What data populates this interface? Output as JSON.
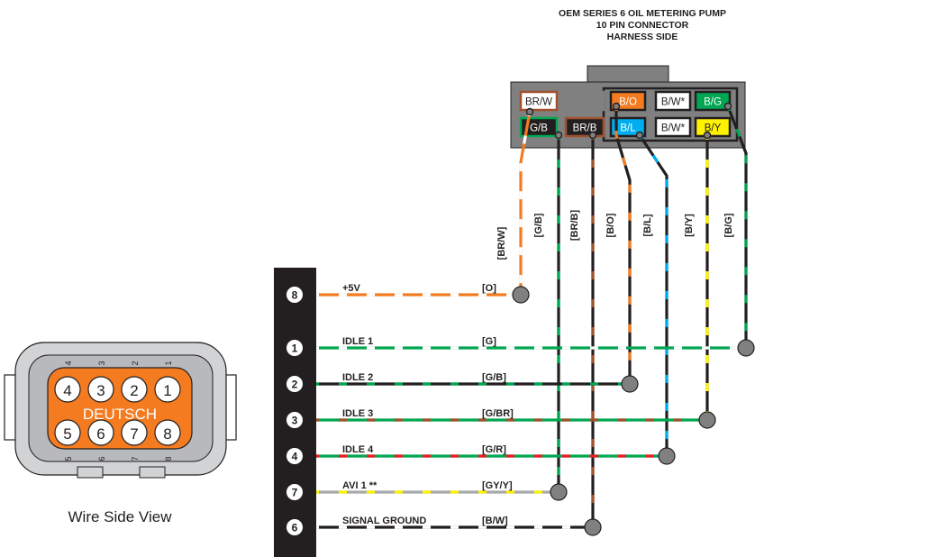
{
  "header": {
    "line1": "OEM SERIES 6 OIL METERING PUMP",
    "line2": "10 PIN CONNECTOR",
    "line3": "HARNESS SIDE"
  },
  "connector": {
    "pins_top": [
      {
        "label": "BR/W",
        "bg": "#ffffff",
        "fg": "#231f20",
        "border": "#a0522d"
      },
      {
        "label": "",
        "bg": "#808080",
        "fg": "#231f20",
        "border": "#808080"
      },
      {
        "label": "B/O",
        "bg": "#f47b20",
        "fg": "#ffffff",
        "border": "#231f20"
      },
      {
        "label": "B/W*",
        "bg": "#ffffff",
        "fg": "#231f20",
        "border": "#231f20"
      },
      {
        "label": "B/G",
        "bg": "#00a651",
        "fg": "#ffffff",
        "border": "#231f20"
      }
    ],
    "pins_bottom": [
      {
        "label": "G/B",
        "bg": "#231f20",
        "fg": "#ffffff",
        "border": "#00a651"
      },
      {
        "label": "BR/B",
        "bg": "#231f20",
        "fg": "#ffffff",
        "border": "#a0522d"
      },
      {
        "label": "B/L",
        "bg": "#00aeef",
        "fg": "#ffffff",
        "border": "#231f20"
      },
      {
        "label": "B/W*",
        "bg": "#ffffff",
        "fg": "#231f20",
        "border": "#231f20"
      },
      {
        "label": "B/Y",
        "bg": "#fff200",
        "fg": "#231f20",
        "border": "#231f20"
      }
    ]
  },
  "vertical_wire_labels": [
    "[BR/W]",
    "[G/B]",
    "[BR/B]",
    "[B/O]",
    "[B/L]",
    "[B/Y]",
    "[B/G]"
  ],
  "harness_rows": [
    {
      "pin": "8",
      "name": "+5V",
      "code": "[O]"
    },
    {
      "pin": "1",
      "name": "IDLE 1",
      "code": "[G]"
    },
    {
      "pin": "2",
      "name": "IDLE 2",
      "code": "[G/B]"
    },
    {
      "pin": "3",
      "name": "IDLE 3",
      "code": "[G/BR]"
    },
    {
      "pin": "4",
      "name": "IDLE 4",
      "code": "[G/R]"
    },
    {
      "pin": "7",
      "name": "AVI 1 **",
      "code": "[GY/Y]"
    },
    {
      "pin": "6",
      "name": "SIGNAL GROUND",
      "code": "[B/W]"
    }
  ],
  "deutsch": {
    "label": "DEUTSCH",
    "top_pins": [
      "4",
      "3",
      "2",
      "1"
    ],
    "bottom_pins": [
      "5",
      "6",
      "7",
      "8"
    ],
    "top_marks": [
      "4",
      "3",
      "2",
      "1"
    ],
    "bottom_marks": [
      "5",
      "6",
      "7",
      "8"
    ],
    "caption": "Wire Side View"
  },
  "colors": {
    "black": "#231f20",
    "orange": "#f47b20",
    "green": "#00a651",
    "blue": "#00aeef",
    "yellow": "#fff200",
    "brown": "#a0522d",
    "gray": "#808080",
    "light_gray": "#d1d3d4"
  }
}
